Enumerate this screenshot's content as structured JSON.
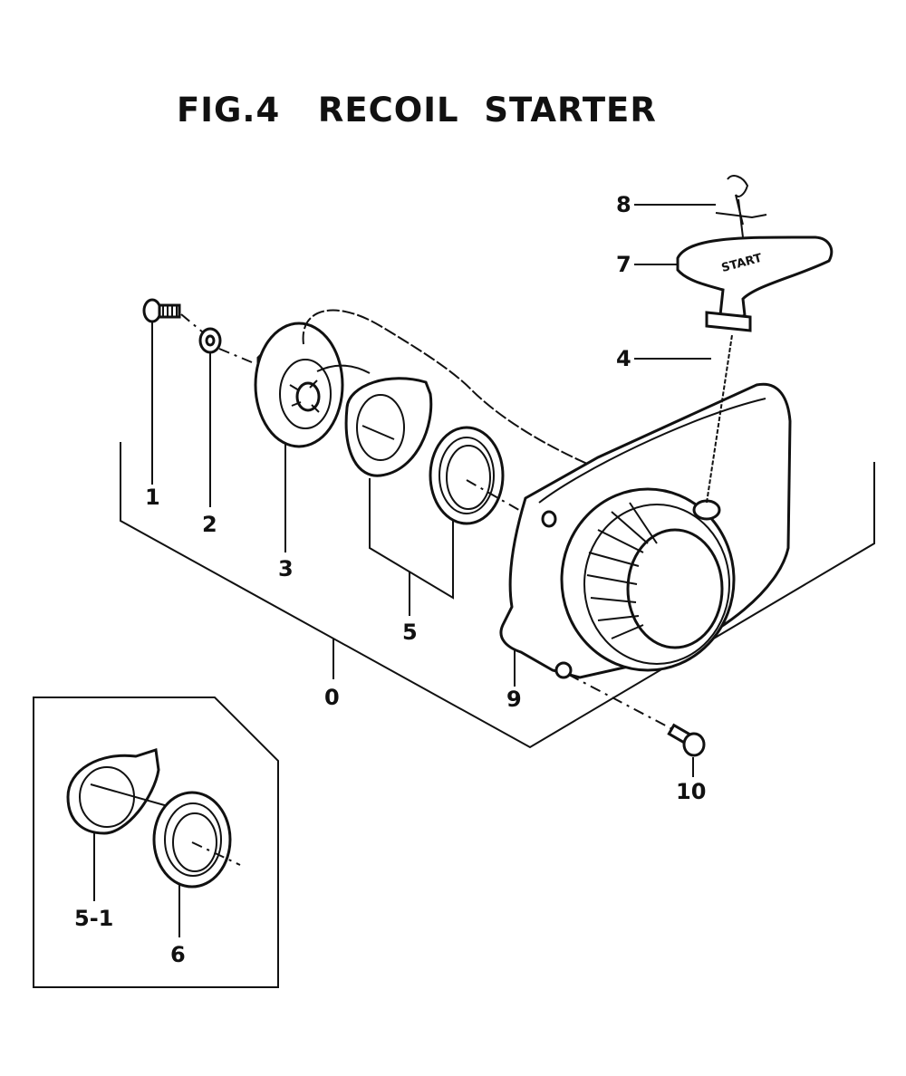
{
  "title": "FIG.4   RECOIL  STARTER",
  "callouts": {
    "c0": "0",
    "c1": "1",
    "c2": "2",
    "c3": "3",
    "c4": "4",
    "c5": "5",
    "c51": "5-1",
    "c6": "6",
    "c7": "7",
    "c8": "8",
    "c9": "9",
    "c10": "10"
  },
  "handle_text": "START"
}
